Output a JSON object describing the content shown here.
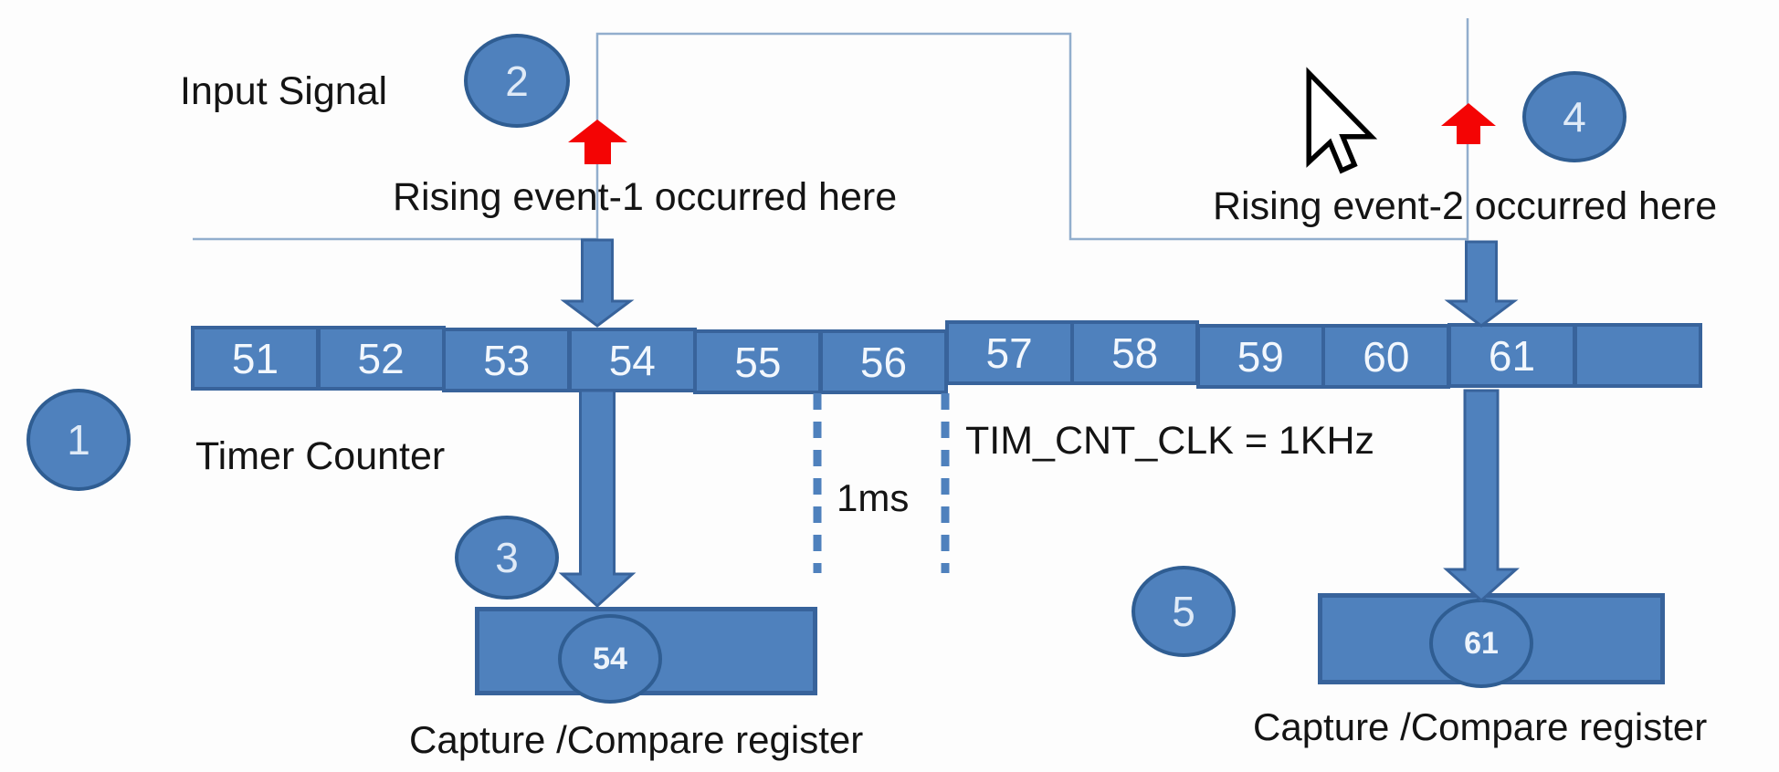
{
  "diagram": {
    "labels": {
      "input_signal": "Input Signal",
      "timer_counter": "Timer Counter",
      "rising_event_1": "Rising event-1 occurred here",
      "rising_event_2": "Rising event-2 occurred here",
      "interval": "1ms",
      "clock": "TIM_CNT_CLK = 1KHz",
      "capture_register_1": "Capture /Compare register",
      "capture_register_2": "Capture /Compare register"
    },
    "step_markers": [
      "1",
      "2",
      "3",
      "4",
      "5"
    ],
    "counter_cells": [
      "51",
      "52",
      "53",
      "54",
      "55",
      "56",
      "57",
      "58",
      "59",
      "60",
      "61",
      ""
    ],
    "captured_values": {
      "register_1": "54",
      "register_2": "61"
    },
    "colors": {
      "shape_fill": "#4f81bd",
      "shape_border": "#38639b",
      "circle_border": "#2f5d92",
      "signal_line": "#92aecd",
      "event_arrow_red": "#f40404",
      "cell_text": "#f2f7fd",
      "label_text": "#141414"
    }
  }
}
